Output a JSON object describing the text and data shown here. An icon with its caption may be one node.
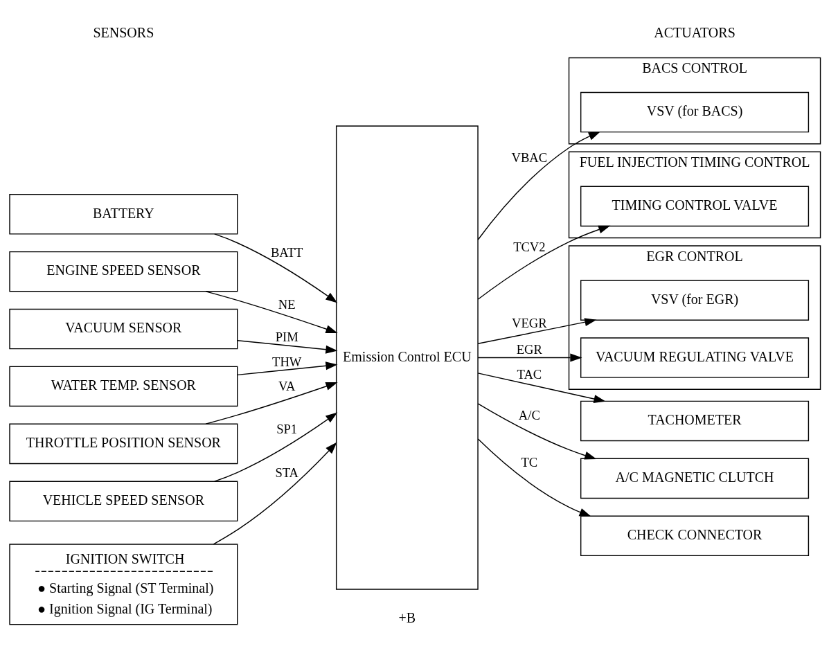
{
  "diagram": {
    "nodes": [
      {
        "text": [
          "ENGINE SPEED SENSOR"
        ]
      },
      {
        "text": [
          "VACUUM SENSOR"
        ]
      },
      {
        "text": [
          "WATER TEMP. SENSOR"
        ]
      },
      {
        "text": [
          "THROTTLE POSITION SENSOR"
        ]
      },
      {
        "text": [
          "IGNITION SWITCH",
          "● Starting Signal (ST Terminal)",
          "● Ignition Signal (IG Terminal)"
        ]
      },
      {
        "text": [
          "VEHICLE SPEED SENSOR"
        ]
      },
      {
        "text": [
          "BATTERY"
        ]
      },
      {
        "text": [
          "Emission Control ECU"
        ]
      },
      {
        "text": [
          "BACS CONTROL"
        ]
      },
      {
        "text": [
          "VSV (for BACS)"
        ],
        "in": 8
      },
      {
        "text": [
          "FUEL INJECTION TIMING CONTROL"
        ]
      },
      {
        "text": [
          "TIMING CONTROL VALVE"
        ],
        "in": 10
      },
      {
        "text": [
          "EGR CONTROL"
        ]
      },
      {
        "text": [
          "VACUUM REGULATING VALVE"
        ],
        "in": 12
      },
      {
        "text": [
          "VSV (for EGR)"
        ],
        "in": 12
      },
      {
        "text": [
          "TACHOMETER"
        ]
      },
      {
        "text": [
          "A/C MAGNETIC CLUTCH"
        ]
      },
      {
        "text": [
          "CHECK CONNECTOR"
        ]
      }
    ],
    "edges": [
      {
        "from": 0,
        "to": 7,
        "arrow": "to",
        "label": "NE"
      },
      {
        "from": 1,
        "to": 7,
        "arrow": "to",
        "label": "PIM"
      },
      {
        "from": 2,
        "to": 7,
        "arrow": "to",
        "label": "THW"
      },
      {
        "from": 3,
        "to": 7,
        "arrow": "to",
        "label": "VA"
      },
      {
        "from": 4,
        "to": 7,
        "arrow": "to",
        "label": "STA"
      },
      {
        "from": 5,
        "to": 7,
        "arrow": "to",
        "label": "SP1"
      },
      {
        "from": 6,
        "to": 7,
        "arrow": "to",
        "label": "BATT"
      },
      {
        "from": 7,
        "to": 9,
        "arrow": "to",
        "label": "VBAC"
      },
      {
        "from": 7,
        "to": 11,
        "arrow": "to",
        "label": "TCV2"
      },
      {
        "from": 7,
        "to": 13,
        "arrow": "to",
        "label": "EGR"
      },
      {
        "from": 7,
        "to": 14,
        "arrow": "to",
        "label": "VEGR"
      },
      {
        "from": 7,
        "to": 15,
        "arrow": "to",
        "label": "TAC"
      },
      {
        "from": 7,
        "to": 16,
        "arrow": "to",
        "label": "A/C"
      },
      {
        "from": 7,
        "to": 17,
        "arrow": "to",
        "label": "TC"
      }
    ],
    "labels": [
      "SENSORS",
      "ACTUATORS",
      "+B"
    ]
  }
}
